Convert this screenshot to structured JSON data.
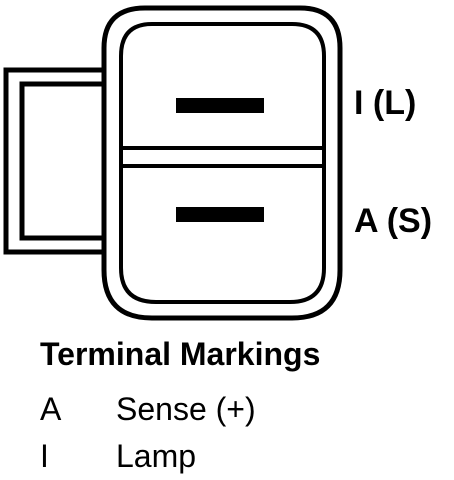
{
  "pins": [
    {
      "label": "I (L)"
    },
    {
      "label": "A (S)"
    }
  ],
  "legend": {
    "title": "Terminal Markings",
    "rows": [
      {
        "code": "A",
        "description": "Sense (+)"
      },
      {
        "code": "I",
        "description": "Lamp"
      }
    ]
  },
  "colors": {
    "stroke": "#000000",
    "background": "#ffffff"
  }
}
